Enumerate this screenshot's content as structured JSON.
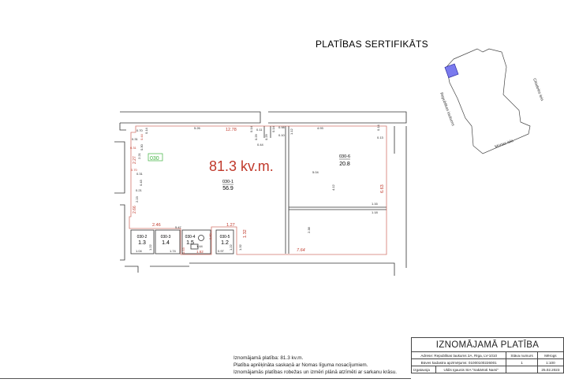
{
  "title": "PLATĪBAS SERTIFIKĀTS",
  "area_big": "81.3 kv.m.",
  "unit_code": "030",
  "rooms": [
    {
      "id": "030-1",
      "area": "56.9"
    },
    {
      "id": "030-2",
      "area": "1.3"
    },
    {
      "id": "030-3",
      "area": "1.4"
    },
    {
      "id": "030-4",
      "area": "1.5"
    },
    {
      "id": "030-5",
      "area": "1.2"
    },
    {
      "id": "030-6",
      "area": "20.8"
    }
  ],
  "dimensions_red": [
    "12.78",
    "0.44",
    "0.31",
    "2.27",
    "0.70",
    "2.66",
    "2.46",
    "1.27",
    "1.32",
    "0.69",
    "1.62",
    "0.53",
    "6.63",
    "7.64"
  ],
  "dimensions_black": [
    "5.26",
    "0.70",
    "0.14",
    "0.31",
    "0.30",
    "2.21",
    "0.31",
    "0.43",
    "0.21",
    "2.23",
    "0.14",
    "0.11",
    "0.29",
    "0.44",
    "0.29",
    "0.10",
    "0.14",
    "0.98",
    "1.12",
    "4.93",
    "0.14",
    "0.13",
    "5.04",
    "4.12",
    "1.16",
    "1.18",
    "2.38",
    "5.47",
    "1.04",
    "1.22",
    "1.74",
    "1.44",
    "0.97",
    "1.22",
    "1.32"
  ],
  "street_labels": [
    "Citadeles iela",
    "Republikas laukums",
    "Mūrtas iela"
  ],
  "notes": [
    "Iznomājamā platība: 81.3 kv.m.",
    "Platība aprēķināta saskaņā ar Nomas līguma nosacījumiem.",
    "Iznomājamās platības robežas un izmēri plānā atzīmēti ar sarkanu krāsu."
  ],
  "title_block": {
    "heading": "IZNOMĀJAMĀ PLATĪBA",
    "address": "Adrese: Republikas laukums 2A, Rīga, LV-1010",
    "floor_label": "Stāva numurs",
    "scale_label": "Mērogs",
    "cadastre": "Būves kadastra apzīmējums: 01000100226001",
    "floor": "1",
    "scale": "1:100",
    "prepared_label": "Izgatavoja",
    "prepared_by": "Uldis Igaunis SIA \"Sakārtoti Nami\"",
    "date": "25.02.2023"
  },
  "colors": {
    "red": "#c0392b",
    "green": "#3fb23f",
    "highlight": "#6a6adf"
  }
}
